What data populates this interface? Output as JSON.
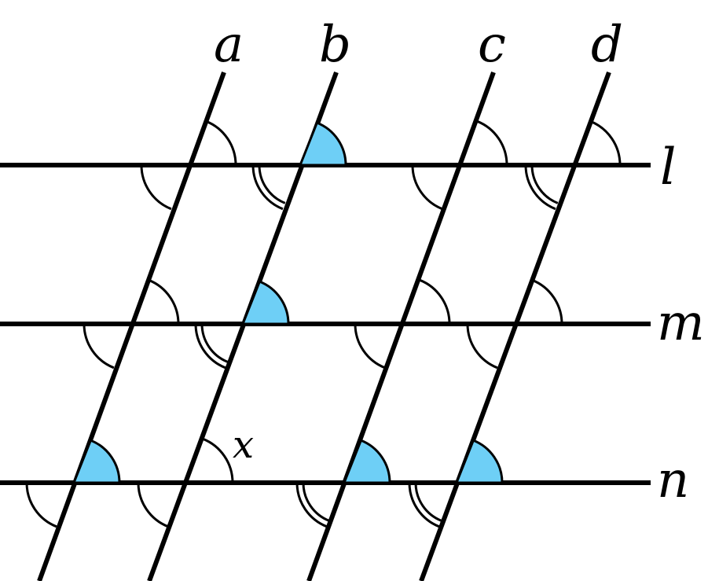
{
  "diagram": {
    "transversals": [
      {
        "label": "a"
      },
      {
        "label": "b"
      },
      {
        "label": "c"
      },
      {
        "label": "d"
      }
    ],
    "parallels": [
      {
        "label": "l"
      },
      {
        "label": "m"
      },
      {
        "label": "n"
      }
    ],
    "unknown_angle": {
      "label": "x"
    },
    "colors": {
      "stroke": "#000000",
      "highlight": "#6ECFF6",
      "background": "#ffffff"
    }
  }
}
